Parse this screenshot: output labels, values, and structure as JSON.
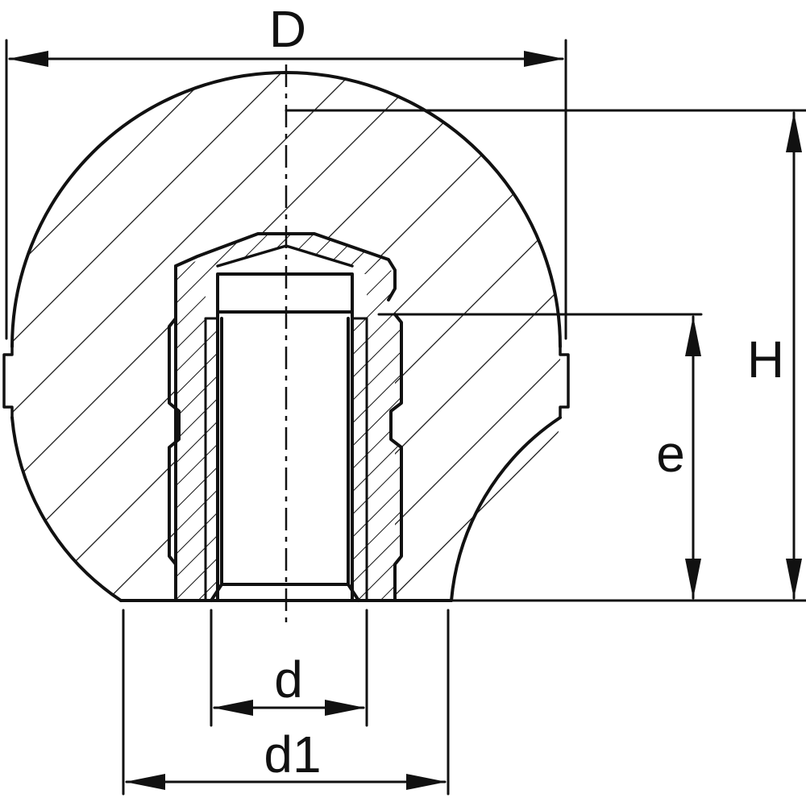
{
  "labels": {
    "D": "D",
    "H": "H",
    "e": "e",
    "d": "d",
    "d1": "d1"
  },
  "colors": {
    "line": "#111111",
    "background": "#ffffff"
  }
}
